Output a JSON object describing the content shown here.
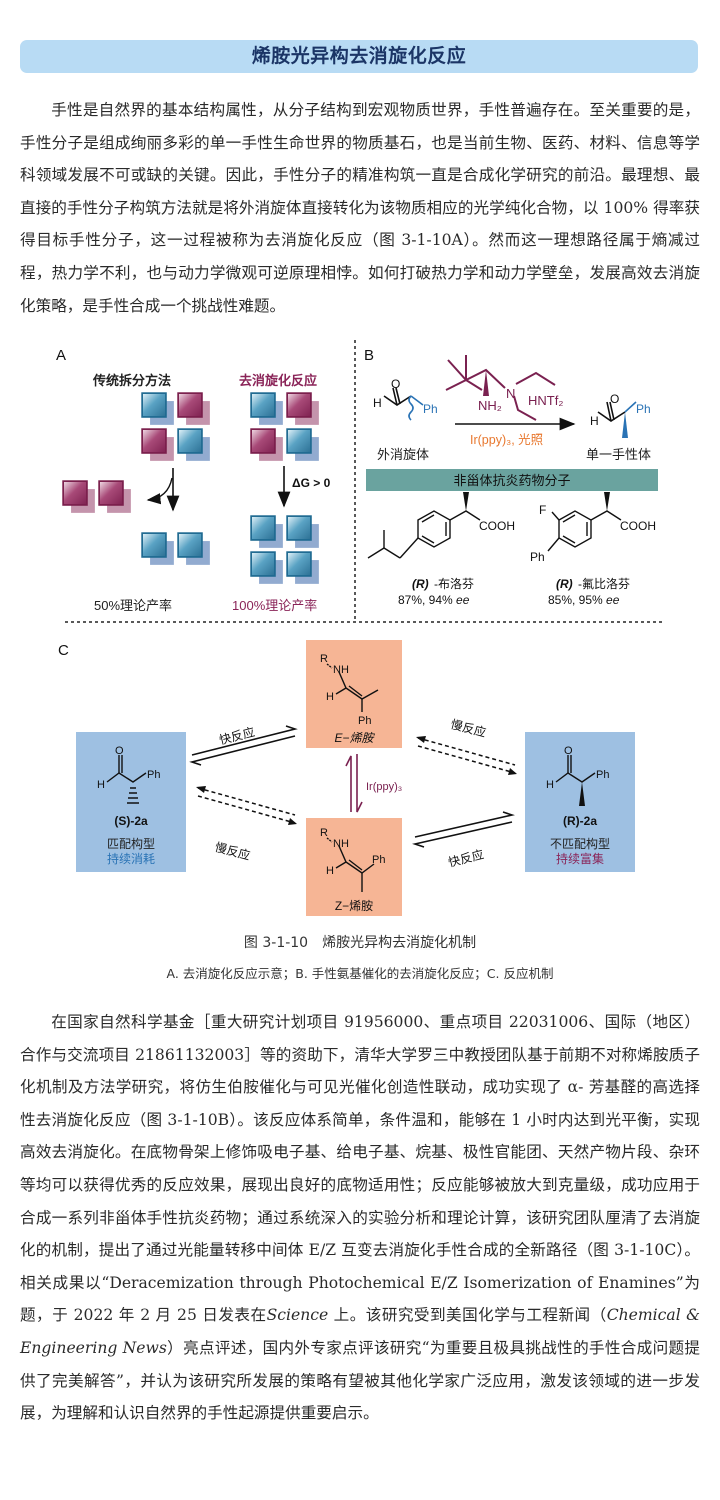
{
  "title": "烯胺光异构去消旋化反应",
  "paragraph1": "手性是自然界的基本结构属性，从分子结构到宏观物质世界，手性普遍存在。至关重要的是，手性分子是组成绚丽多彩的单一手性生命世界的物质基石，也是当前生物、医药、材料、信息等学科领域发展不可或缺的关键。因此，手性分子的精准构筑一直是合成化学研究的前沿。最理想、最直接的手性分子构筑方法就是将外消旋体直接转化为该物质相应的光学纯化合物，以 100% 得率获得目标手性分子，这一过程被称为去消旋化反应（图 3-1-10A）。然而这一理想路径属于熵减过程，热力学不利，也与动力学微观可逆原理相悖。如何打破热力学和动力学壁垒，发展高效去消旋化策略，是手性合成一个挑战性难题。",
  "figure": {
    "panel_a": {
      "label": "A",
      "left_title": "传统拆分方法",
      "right_title": "去消旋化反应",
      "delta_g": "ΔG > 0",
      "left_yield": "50%理论产率",
      "right_yield": "100%理论产率"
    },
    "panel_b": {
      "label": "B",
      "catalyst_nh2": "NH₂",
      "catalyst_n": "N",
      "catalyst_acid": "HNTf₂",
      "conditions": "Ir(ppy)₃, 光照",
      "reactant_label": "外消旋体",
      "product_label": "单一手性体",
      "o": "O",
      "h": "H",
      "ph": "Ph",
      "banner": "非甾体抗炎药物分子",
      "drug1_config": "(R)",
      "drug1_name": "-布洛芬",
      "drug1_yield": "87%, 94% ",
      "drug2_config": "(R)",
      "drug2_name": "-氟比洛芬",
      "drug2_yield": "85%, 95% ",
      "ee": "ee",
      "cooh": "COOH",
      "f": "F"
    },
    "panel_c": {
      "label": "C",
      "e_enamine": "E−烯胺",
      "z_enamine": "Z−烯胺",
      "r": "R",
      "nh": "NH",
      "h": "H",
      "ph": "Ph",
      "o": "O",
      "catalyst": "Ir(ppy)₃",
      "fast_top": "快反应",
      "fast_bottom": "快反应",
      "slow_left": "慢反应",
      "slow_right": "慢反应",
      "s_compound": "(S)-2a",
      "s_role": "匹配构型",
      "s_status": "持续消耗",
      "r_compound": "(R)-2a",
      "r_role": "不匹配构型",
      "r_status": "持续富集"
    },
    "caption_title": "图 3-1-10　烯胺光异构去消旋化机制",
    "caption_sub": "A. 去消旋化反应示意；B. 手性氨基催化的去消旋化反应；C. 反应机制"
  },
  "paragraph2_parts": {
    "p1": "在国家自然科学基金［重大研究计划项目 91956000、重点项目 22031006、国际（地区）合作与交流项目 21861132003］等的资助下，清华大学罗三中教授团队基于前期不对称烯胺质子化机制及方法学研究，将仿生伯胺催化与可见光催化创造性联动，成功实现了 α- 芳基醛的高选择性去消旋化反应（图 3-1-10B）。该反应体系简单，条件温和，能够在 1 小时内达到光平衡，实现高效去消旋化。在底物骨架上修饰吸电子基、给电子基、烷基、极性官能团、天然产物片段、杂环等均可以获得优秀的反应效果，展现出良好的底物适用性；反应能够被放大到克量级，成功应用于合成一系列非甾体手性抗炎药物；通过系统深入的实验分析和理论计算，该研究团队厘清了去消旋化的机制，提出了通过光能量转移中间体 E/Z 互变去消旋化手性合成的全新路径（图 3-1-10C）。相关成果以“Deracemization through Photochemical E/Z Isomerization of Enamines”为题，于 2022 年 2 月 25 日发表在",
    "journal": "Science",
    "p2": " 上。该研究受到美国化学与工程新闻（",
    "cen": "Chemical & Engineering News",
    "p3": "）亮点评述，国内外专家点评该研究“为重要且极具挑战性的手性合成问题提供了完美解答”，并认为该研究所发展的策略有望被其他化学家广泛应用，激发该领域的进一步发展，为理解和认识自然界的手性起源提供重要启示。"
  },
  "colors": {
    "title_bg": "#b8dbf4",
    "title_text": "#1b3566",
    "magenta": "#8a2458",
    "blue_cube": "#2e7fa8",
    "orange": "#e8782f",
    "teal_banner": "#6aa39f",
    "salmon_box": "#f6b595",
    "blue_box": "#9ec0e2",
    "ph_blue": "#2a73b5"
  }
}
